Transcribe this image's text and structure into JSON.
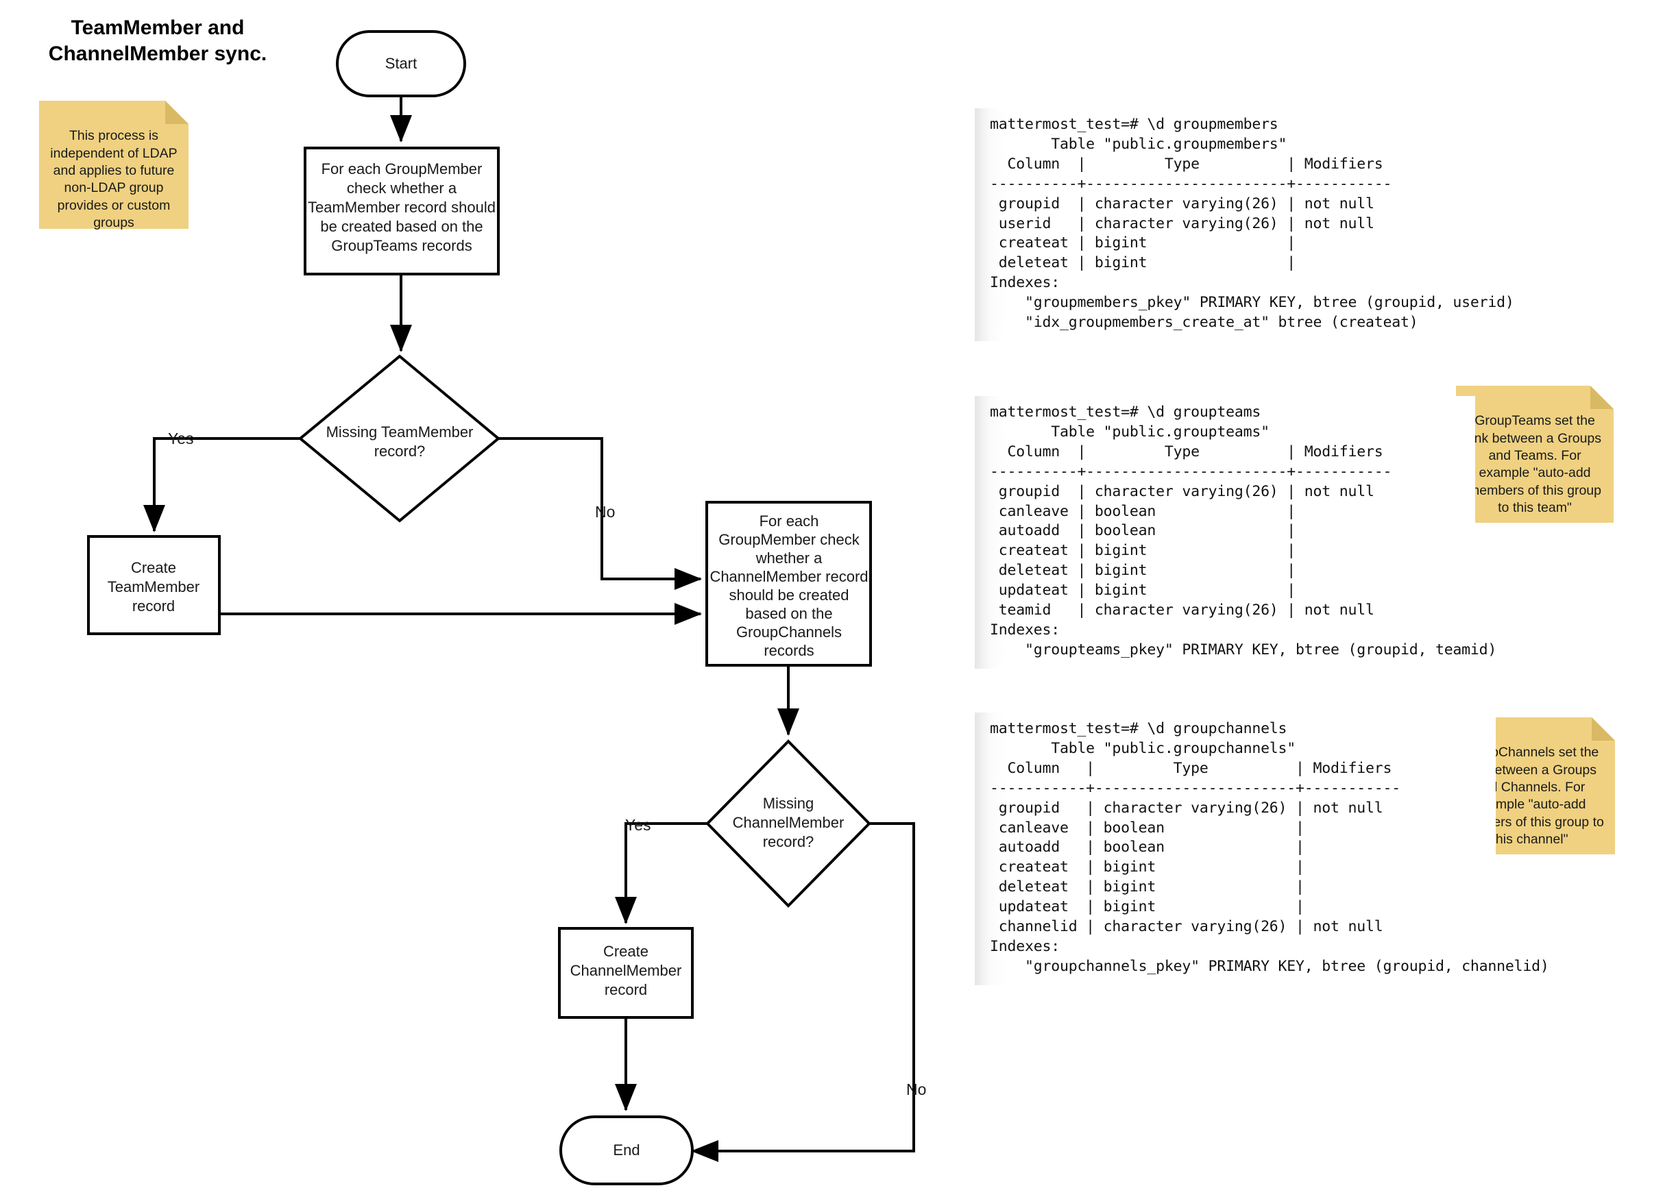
{
  "title": "TeamMember and\nChannelMember sync.",
  "notes": {
    "ldap": "This process is independent of LDAP and applies to future non-LDAP group provides or custom groups",
    "groupteams": "GroupTeams set the link between a Groups and Teams. For example \"auto-add members of this group to this team\"",
    "groupchannels": "GroupChannels set the link between a Groups and Channels. For example \"auto-add members of this group to this channel\""
  },
  "flow": {
    "start": "Start",
    "process_teammember_line1": "For each GroupMember",
    "process_teammember_line2": "check whether a",
    "process_teammember_line3": "TeamMember record should",
    "process_teammember_line4": "be created based on the",
    "process_teammember_line5": "GroupTeams records",
    "decision_teammember_line1": "Missing TeamMember",
    "decision_teammember_line2": "record?",
    "create_teammember_line1": "Create",
    "create_teammember_line2": "TeamMember",
    "create_teammember_line3": "record",
    "process_channelmember_line1": "For each",
    "process_channelmember_line2": "GroupMember check",
    "process_channelmember_line3": "whether a",
    "process_channelmember_line4": "ChannelMember record",
    "process_channelmember_line5": "should be created",
    "process_channelmember_line6": "based on the",
    "process_channelmember_line7": "GroupChannels",
    "process_channelmember_line8": "records",
    "decision_channelmember_line1": "Missing",
    "decision_channelmember_line2": "ChannelMember",
    "decision_channelmember_line3": "record?",
    "create_channelmember_line1": "Create",
    "create_channelmember_line2": "ChannelMember",
    "create_channelmember_line3": "record",
    "end": "End",
    "label_yes_1": "Yes",
    "label_no_1": "No",
    "label_yes_2": "Yes",
    "label_no_2": "No"
  },
  "psql": {
    "groupmembers": "mattermost_test=# \\d groupmembers\n       Table \"public.groupmembers\"\n  Column  |         Type          | Modifiers\n----------+-----------------------+-----------\n groupid  | character varying(26) | not null\n userid   | character varying(26) | not null\n createat | bigint                |\n deleteat | bigint                |\nIndexes:\n    \"groupmembers_pkey\" PRIMARY KEY, btree (groupid, userid)\n    \"idx_groupmembers_create_at\" btree (createat)",
    "groupteams": "mattermost_test=# \\d groupteams\n       Table \"public.groupteams\"\n  Column  |         Type          | Modifiers\n----------+-----------------------+-----------\n groupid  | character varying(26) | not null\n canleave | boolean               |\n autoadd  | boolean               |\n createat | bigint                |\n deleteat | bigint                |\n updateat | bigint                |\n teamid   | character varying(26) | not null\nIndexes:\n    \"groupteams_pkey\" PRIMARY KEY, btree (groupid, teamid)",
    "groupchannels": "mattermost_test=# \\d groupchannels\n       Table \"public.groupchannels\"\n  Column   |         Type          | Modifiers\n-----------+-----------------------+-----------\n groupid   | character varying(26) | not null\n canleave  | boolean               |\n autoadd   | boolean               |\n createat  | bigint                |\n deleteat  | bigint                |\n updateat  | bigint                |\n channelid | character varying(26) | not null\nIndexes:\n    \"groupchannels_pkey\" PRIMARY KEY, btree (groupid, channelid)"
  },
  "colors": {
    "note_bg": "#efd181",
    "note_fold": "#d9b964",
    "stroke": "#000000",
    "shape_fill": "#ffffff"
  }
}
